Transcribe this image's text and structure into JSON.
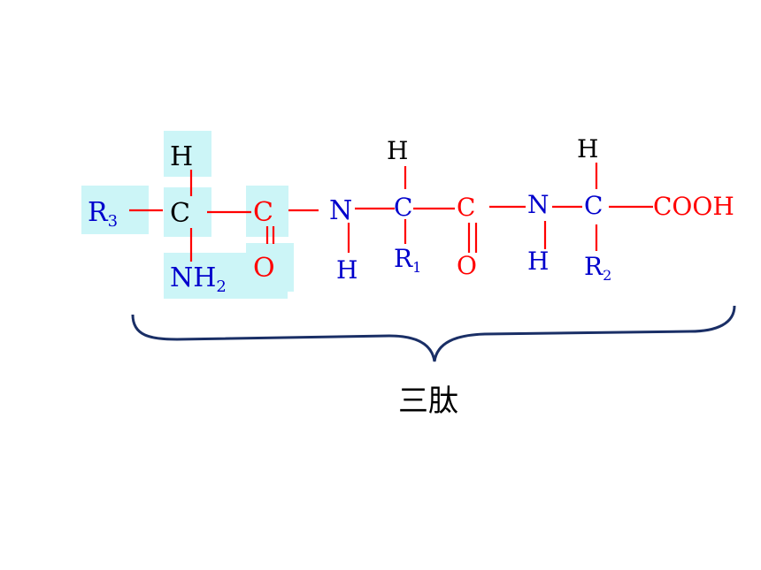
{
  "colors": {
    "highlight": "#ccf5f7",
    "bond": "#ff0000",
    "blue_atom": "#0000cc",
    "red_atom": "#ff0000",
    "black_atom": "#000000",
    "brace": "#1a2f66"
  },
  "residue3": {
    "r_group": "R",
    "r_sub": "3",
    "alpha_carbon": "C",
    "hydrogen": "H",
    "amino_n": "NH",
    "amino_sub": "2",
    "carbonyl_c": "C",
    "carbonyl_o": "O"
  },
  "peptide_bond1": {
    "nitrogen": "N",
    "hydrogen": "H"
  },
  "residue1": {
    "hydrogen": "H",
    "alpha_carbon": "C",
    "r_group": "R",
    "r_sub": "1",
    "carbonyl_c": "C",
    "carbonyl_o": "O"
  },
  "peptide_bond2": {
    "nitrogen": "N",
    "hydrogen": "H"
  },
  "residue2": {
    "hydrogen": "H",
    "alpha_carbon": "C",
    "r_group": "R",
    "r_sub": "2",
    "carboxyl": "COOH"
  },
  "caption": "三肽"
}
